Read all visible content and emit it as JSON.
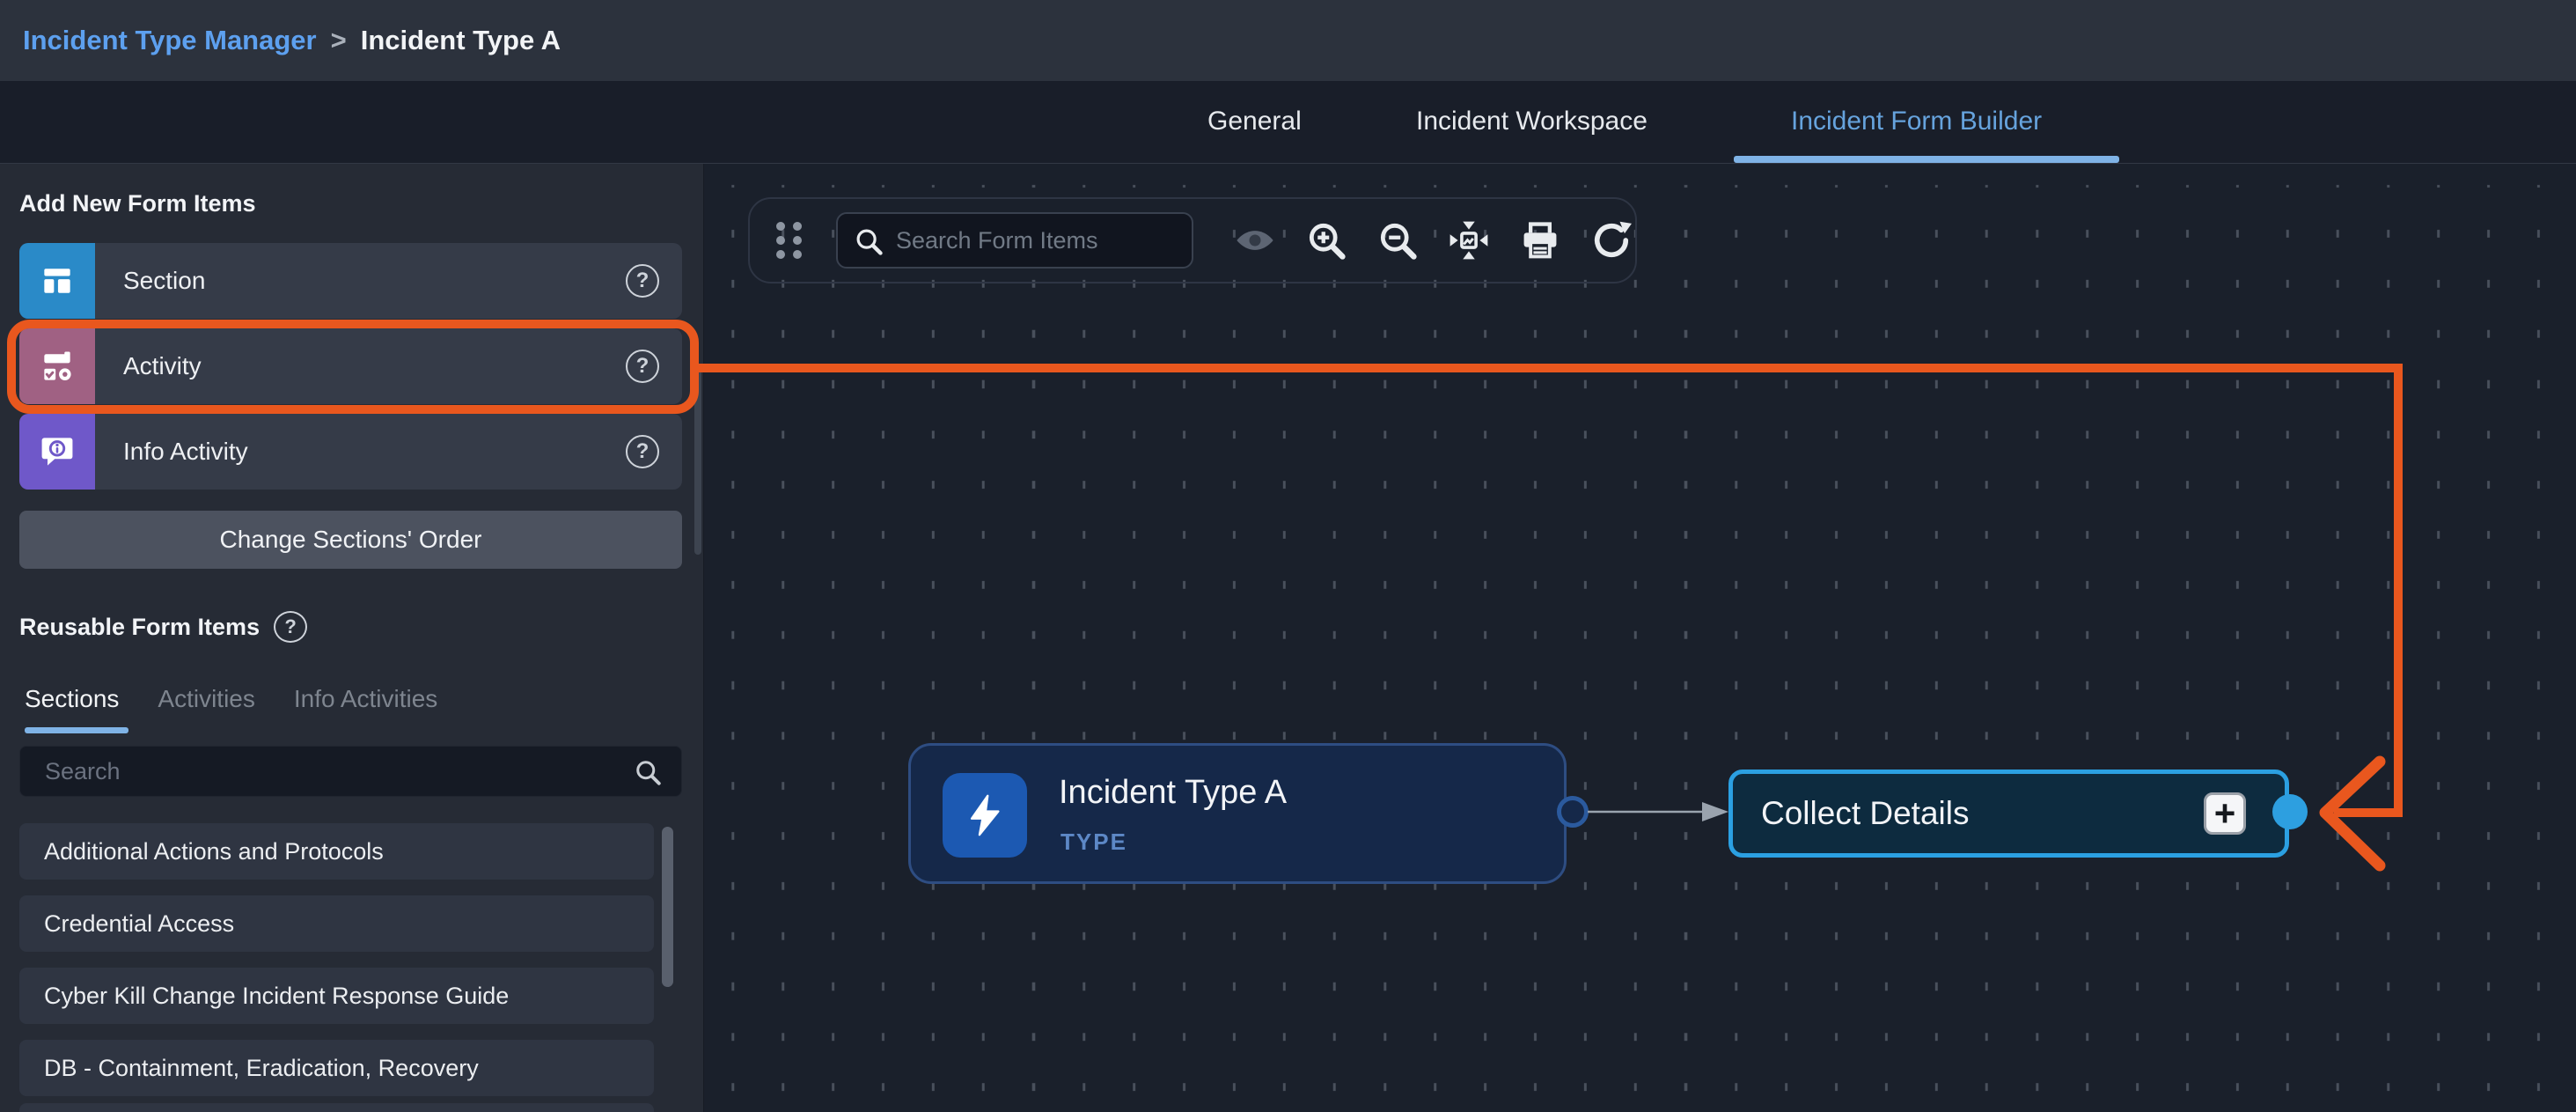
{
  "breadcrumb": {
    "root": "Incident Type Manager",
    "separator": ">",
    "current": "Incident Type A"
  },
  "tabs": {
    "general": "General",
    "incident_workspace": "Incident Workspace",
    "incident_form_builder": "Incident Form Builder",
    "active_tab": "Incident Form Builder"
  },
  "sidebar": {
    "add_new_title": "Add New Form Items",
    "items": [
      {
        "label": "Section",
        "icon": "section-icon",
        "icon_color": "#2a8ac8",
        "help": "?"
      },
      {
        "label": "Activity",
        "icon": "activity-icon",
        "icon_color": "#a06183",
        "help": "?",
        "highlighted": true
      },
      {
        "label": "Info Activity",
        "icon": "info-activity-icon",
        "icon_color": "#6f58c9",
        "help": "?"
      }
    ],
    "change_order_button": "Change Sections' Order",
    "reusable_title": "Reusable Form Items",
    "reusable_help": "?",
    "reusable_tabs": {
      "sections": "Sections",
      "activities": "Activities",
      "info_activities": "Info Activities",
      "active_tab": "Sections"
    },
    "search_placeholder": "Search",
    "list": [
      "Additional Actions and Protocols",
      "Credential Access",
      "Cyber Kill Change Incident Response Guide",
      "DB - Containment, Eradication, Recovery"
    ]
  },
  "canvas": {
    "toolbar": {
      "search_placeholder": "Search Form Items",
      "icons": [
        "drag-handle",
        "visibility",
        "zoom-in",
        "zoom-out",
        "fit-view",
        "print",
        "refresh"
      ]
    },
    "nodes": {
      "type_node": {
        "title": "Incident Type A",
        "badge": "TYPE"
      },
      "activity_node": {
        "title": "Collect Details",
        "add_button": "+"
      }
    }
  },
  "annotation": {
    "highlight_target": "Activity",
    "arrow_target": "Collect Details output port",
    "color": "#e9571e"
  },
  "colors": {
    "accent_orange": "#e9571e",
    "accent_blue": "#2d9fe0",
    "link_blue": "#5da0ef",
    "tab_active": "#66a3dd",
    "node_type_bg": "#152849",
    "node_activity_bg": "#0d2b3f"
  }
}
